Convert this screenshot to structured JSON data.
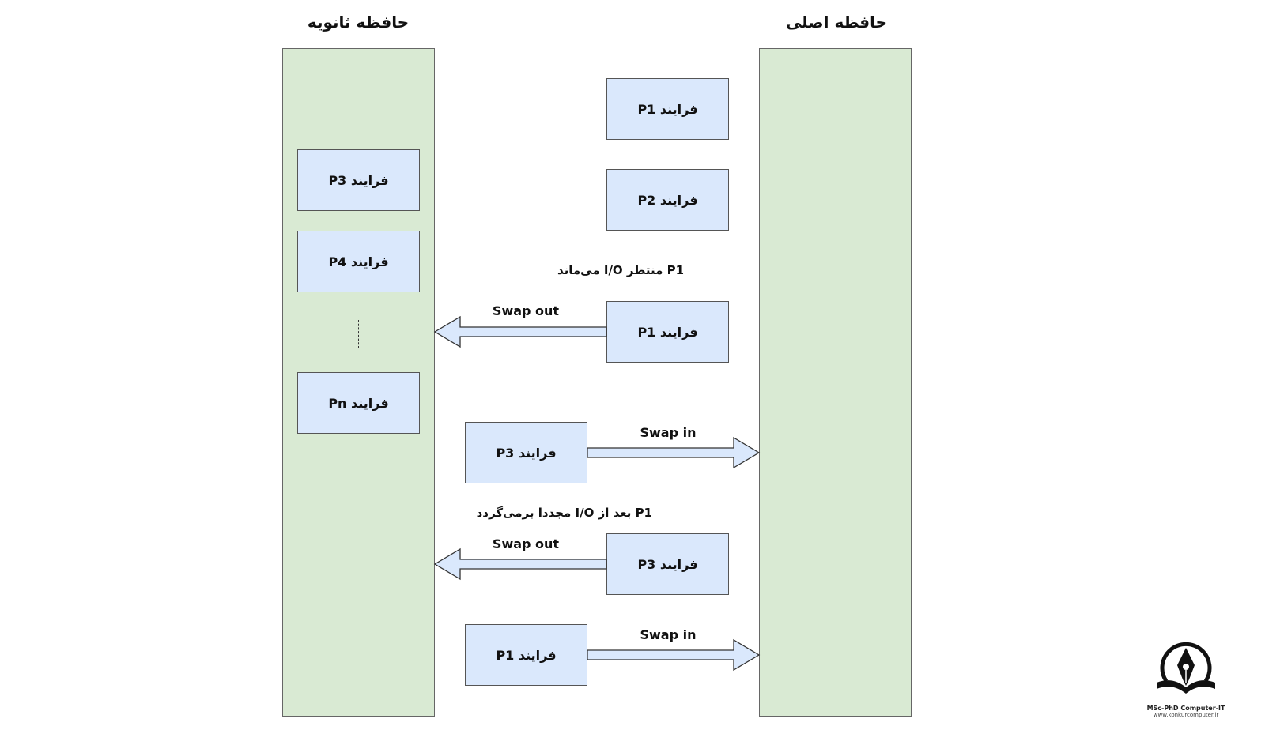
{
  "headings": {
    "secondary_memory": "حافظه ثانویه",
    "main_memory": "حافظه اصلی"
  },
  "secondary_processes": [
    "فرایند P3",
    "فرایند P4",
    "فرایند Pn"
  ],
  "main_processes": {
    "p1_top": "فرایند P1",
    "p2": "فرایند P2",
    "p1_out": "فرایند P1",
    "p3_in": "فرایند P3",
    "p3_out": "فرایند P3",
    "p1_in": "فرایند P1"
  },
  "notes": {
    "wait_io": "P1 منتظر I/O می‌ماند",
    "return_io": "P1 بعد از I/O مجددا برمی‌گردد"
  },
  "arrows": {
    "swap_out_1": "Swap out",
    "swap_in_1": "Swap in",
    "swap_out_2": "Swap out",
    "swap_in_2": "Swap in"
  },
  "colors": {
    "memory_fill": "#d9ead3",
    "process_fill": "#dae8fc",
    "arrow_fill": "#dae8fc"
  },
  "logo": {
    "name": "MSc-PhD Computer-IT",
    "url": "www.konkurcomputer.ir"
  }
}
